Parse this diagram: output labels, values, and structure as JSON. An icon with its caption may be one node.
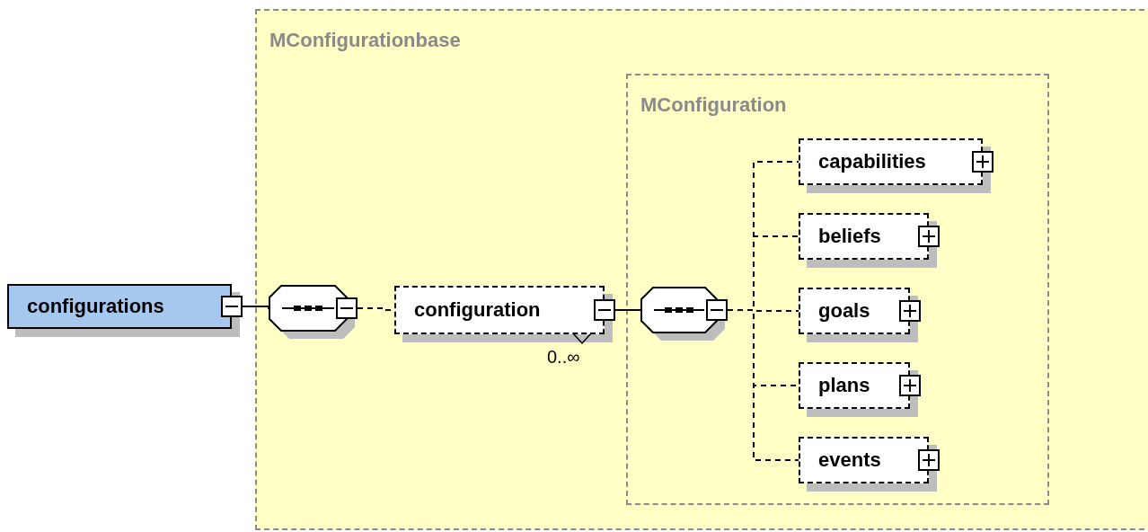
{
  "diagram": {
    "nodes": [
      {
        "text": [
          "configurations"
        ]
      },
      {
        "text": [
          "MConfigurationbase"
        ]
      },
      {
        "text": [],
        "shape": "octagon",
        "in": 1
      },
      {
        "text": [
          "configuration"
        ],
        "in": 1,
        "beside": [
          "0..∞"
        ]
      },
      {
        "text": [
          "MConfiguration"
        ],
        "in": 1
      },
      {
        "text": [],
        "shape": "octagon",
        "in": 4
      },
      {
        "text": [
          "capabilities"
        ],
        "in": 4
      },
      {
        "text": [
          "beliefs"
        ],
        "in": 4
      },
      {
        "text": [
          "goals"
        ],
        "in": 4
      },
      {
        "text": [
          "plans"
        ],
        "in": 4
      },
      {
        "text": [
          "events"
        ],
        "in": 4
      }
    ],
    "edges": [
      {
        "from": 0,
        "to": 2,
        "arrow": "none"
      },
      {
        "from": 2,
        "to": 3,
        "arrow": "none",
        "style": "dashed"
      },
      {
        "from": 3,
        "to": 5,
        "arrow": "none"
      },
      {
        "from": 5,
        "to": 6,
        "arrow": "none",
        "style": "dashed"
      },
      {
        "from": 5,
        "to": 7,
        "arrow": "none",
        "style": "dashed"
      },
      {
        "from": 5,
        "to": 8,
        "arrow": "none",
        "style": "dashed"
      },
      {
        "from": 5,
        "to": 9,
        "arrow": "none",
        "style": "dashed"
      },
      {
        "from": 5,
        "to": 10,
        "arrow": "none",
        "style": "dashed"
      }
    ]
  }
}
